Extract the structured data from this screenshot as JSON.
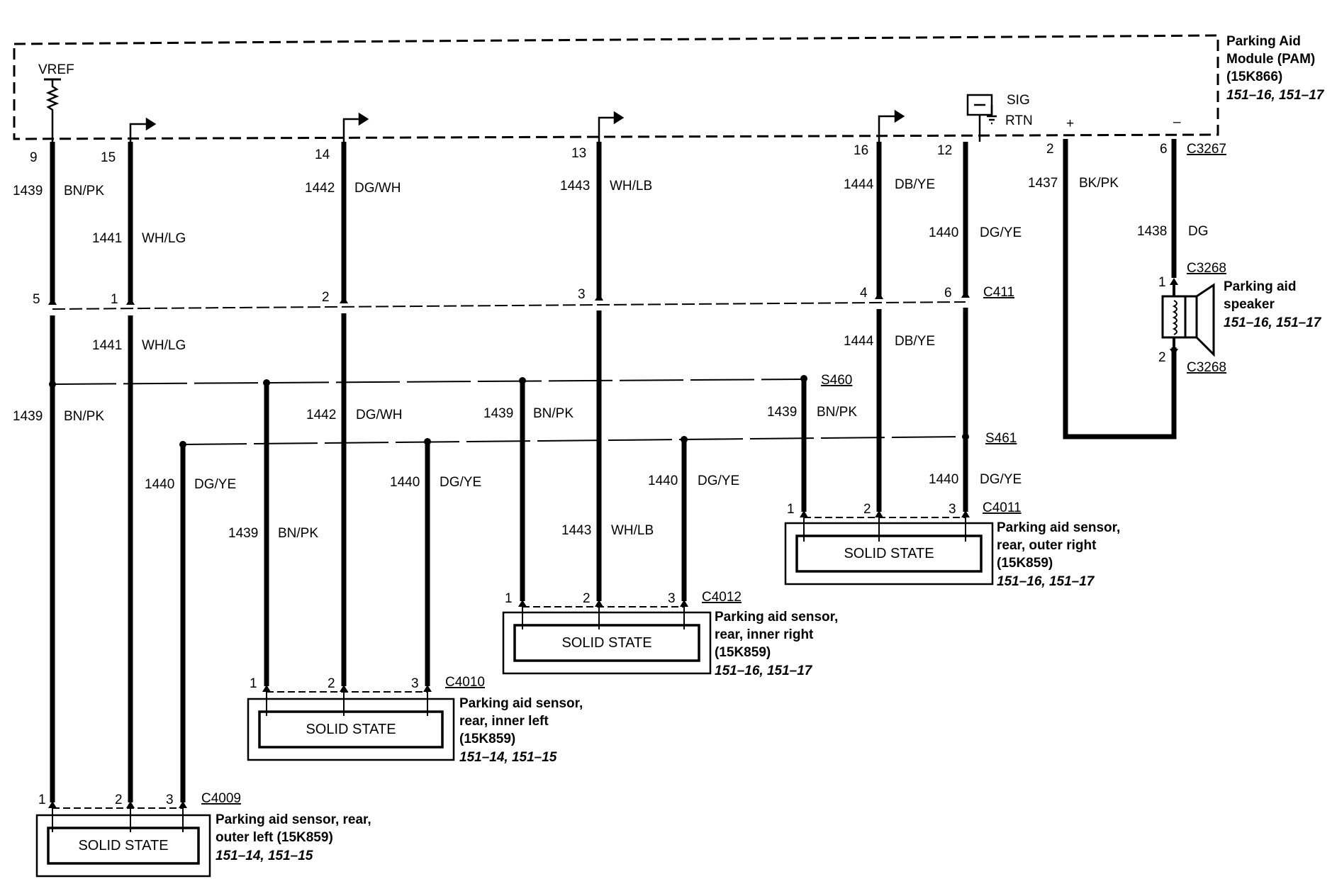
{
  "module": {
    "title_lines": [
      "Parking Aid",
      "Module (PAM)",
      "(15K866)"
    ],
    "refs": "151–16, 151–17",
    "vref": "VREF",
    "sig": "SIG",
    "rtn": "RTN",
    "plus": "+",
    "minus": "–"
  },
  "pins": {
    "p9": "9",
    "p15": "15",
    "p14": "14",
    "p13": "13",
    "p16": "16",
    "p12": "12",
    "p2": "2",
    "p6": "6"
  },
  "connectors": {
    "c3267": "C3267",
    "c3268a": "C3268",
    "c3268b": "C3268",
    "c411": "C411",
    "s460": "S460",
    "s461": "S461",
    "c4009": "C4009",
    "c4010": "C4010",
    "c4012": "C4012",
    "c4011": "C4011"
  },
  "c411_pins": {
    "p5": "5",
    "p1": "1",
    "p2": "2",
    "p3": "3",
    "p4": "4",
    "p6": "6"
  },
  "circuits": {
    "n1439": "1439",
    "c1439": "BN/PK",
    "n1441": "1441",
    "c1441": "WH/LG",
    "n1442": "1442",
    "c1442": "DG/WH",
    "n1443": "1443",
    "c1443": "WH/LB",
    "n1444": "1444",
    "c1444": "DB/YE",
    "n1440": "1440",
    "c1440": "DG/YE",
    "n1437": "1437",
    "c1437": "BK/PK",
    "n1438": "1438",
    "c1438": "DG"
  },
  "speaker": {
    "name_lines": [
      "Parking aid",
      "speaker"
    ],
    "refs": "151–16, 151–17",
    "pin1": "1",
    "pin2": "2"
  },
  "sensors": {
    "outer_left": {
      "name_lines": [
        "Parking aid sensor, rear,",
        "outer left (15K859)"
      ],
      "refs": "151–14, 151–15",
      "label": "SOLID STATE",
      "pins": [
        "1",
        "2",
        "3"
      ]
    },
    "inner_left": {
      "name_lines": [
        "Parking aid sensor,",
        "rear, inner left",
        "(15K859)"
      ],
      "refs": "151–14, 151–15",
      "label": "SOLID STATE",
      "pins": [
        "1",
        "2",
        "3"
      ]
    },
    "inner_right": {
      "name_lines": [
        "Parking aid sensor,",
        "rear, inner right",
        "(15K859)"
      ],
      "refs": "151–16, 151–17",
      "label": "SOLID STATE",
      "pins": [
        "1",
        "2",
        "3"
      ]
    },
    "outer_right": {
      "name_lines": [
        "Parking aid sensor,",
        "rear, outer right",
        "(15K859)"
      ],
      "refs": "151–16, 151–17",
      "label": "SOLID STATE",
      "pins": [
        "1",
        "2",
        "3"
      ]
    }
  }
}
